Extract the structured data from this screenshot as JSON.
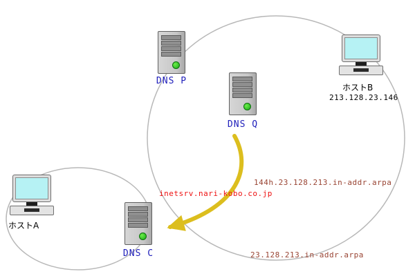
{
  "diagram": {
    "nodes": {
      "dns_p": {
        "label": "DNS P"
      },
      "dns_q": {
        "label": "DNS Q"
      },
      "dns_c": {
        "label": "DNS C"
      },
      "host_a": {
        "label": "ホストA"
      },
      "host_b": {
        "label": "ホストB",
        "ip": "213.128.23.146"
      }
    },
    "annotations": {
      "query_name": "inetsrv.nari-kobo.co.jp",
      "reverse_zone_delegation": "144h.23.128.213.in-addr.arpa",
      "reverse_zone": "23.128.213.in-addr.arpa"
    }
  },
  "colors": {
    "dns_label": "#2020bb",
    "query_text": "#ee1111",
    "zone_text": "#994433",
    "arrow": "#dcbe1e",
    "ellipse_stroke": "#b8b8b8"
  }
}
